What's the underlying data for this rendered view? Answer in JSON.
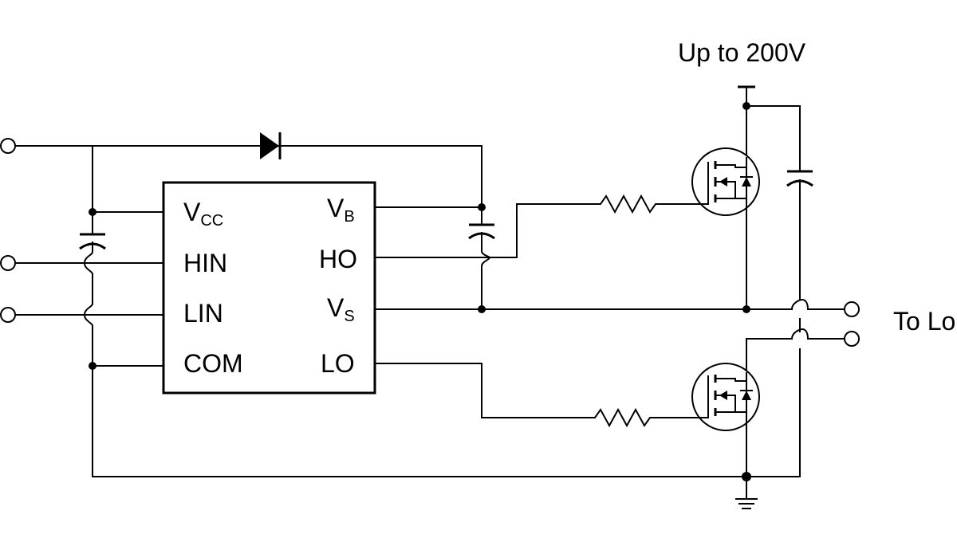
{
  "diagram": {
    "supply_label": "Up to 200V",
    "load_label": "To Lo",
    "ic": {
      "pins_left": [
        {
          "main": "V",
          "sub": "CC"
        },
        {
          "main": "HIN",
          "sub": ""
        },
        {
          "main": "LIN",
          "sub": ""
        },
        {
          "main": "COM",
          "sub": ""
        }
      ],
      "pins_right": [
        {
          "main": "V",
          "sub": "B"
        },
        {
          "main": "HO",
          "sub": ""
        },
        {
          "main": "V",
          "sub": "S"
        },
        {
          "main": "LO",
          "sub": ""
        }
      ]
    }
  }
}
